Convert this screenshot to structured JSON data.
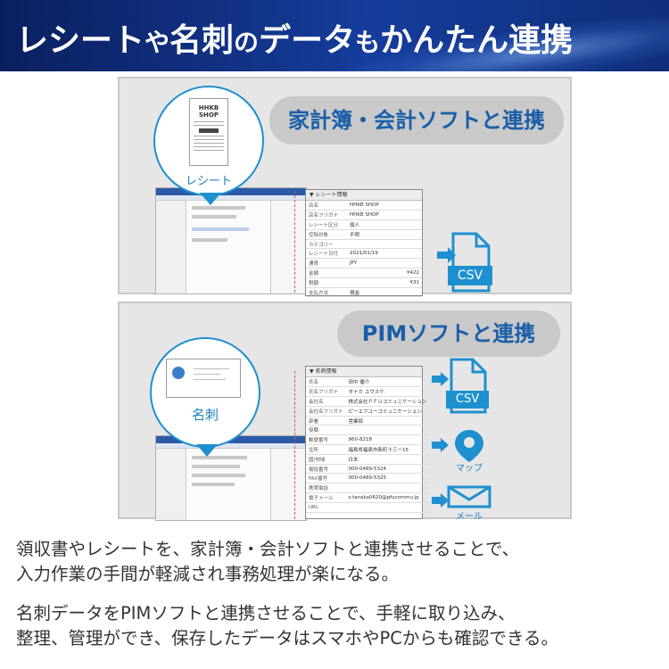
{
  "header": {
    "title_parts": [
      "レシート",
      "や",
      "名刺",
      "の",
      "データ",
      "も",
      "かんたん連携"
    ]
  },
  "panel_receipt": {
    "pill": "家計簿・会計ソフトと連携",
    "bubble_label": "レシート",
    "receipt_shop": "HHKB SHOP",
    "info_header": "▼ レシート情報",
    "rows": [
      {
        "k": "店名",
        "v": "HHKB SHOP"
      },
      {
        "k": "店名フリガナ",
        "v": "HHKB SHOP"
      },
      {
        "k": "レシート区分",
        "v": "個人"
      },
      {
        "k": "控除対象",
        "v": "不明"
      },
      {
        "k": "カテゴリー",
        "v": ""
      },
      {
        "k": "レシート日付",
        "v": "2021/01/19"
      },
      {
        "k": "通貨",
        "v": "JPY"
      },
      {
        "k": "金額",
        "v": "¥422"
      },
      {
        "k": "税額",
        "v": "¥31"
      },
      {
        "k": "支払方法",
        "v": "現金"
      }
    ],
    "icon_label": "CSV"
  },
  "panel_card": {
    "pill": "PIMソフトと連携",
    "bubble_label": "名刺",
    "info_header": "▼ 名刺情報",
    "rows": [
      {
        "k": "氏名",
        "v": "田中 優介"
      },
      {
        "k": "氏名フリガナ",
        "v": "タナカ ユウスケ"
      },
      {
        "k": "会社名",
        "v": "株式会社ＰＦＵコミュニケーション"
      },
      {
        "k": "会社名フリガナ",
        "v": "ピーエフユーコミュニケーション"
      },
      {
        "k": "部署",
        "v": "営業部"
      },
      {
        "k": "役職",
        "v": ""
      },
      {
        "k": "郵便番号",
        "v": "960-8218"
      },
      {
        "k": "住所",
        "v": "福島県福島市新町十三ー15"
      },
      {
        "k": "国/地域",
        "v": "日本"
      },
      {
        "k": "電話番号",
        "v": "000-0489-5324"
      },
      {
        "k": "FAX番号",
        "v": "000-0489-5325"
      },
      {
        "k": "携帯電話",
        "v": ""
      },
      {
        "k": "電子メール",
        "v": "s.tanaka0620@pfucommu.jp"
      },
      {
        "k": "URL",
        "v": ""
      }
    ],
    "icon_csv": "CSV",
    "icon_map": "マップ",
    "icon_mail": "メール"
  },
  "body": {
    "line1": "領収書やレシートを、家計簿・会計ソフトと連携させることで、",
    "line2": "入力作業の手間が軽減され事務処理が楽になる。",
    "line3": "名刺データをPIMソフトと連携させることで、手軽に取り込み、",
    "line4": "整理、管理ができ、保存したデータはスマホやPCからも確認できる。"
  },
  "colors": {
    "accent": "#1e90d0",
    "header_bg": "#0b1f5e",
    "pill_text": "#1a5ea8"
  }
}
